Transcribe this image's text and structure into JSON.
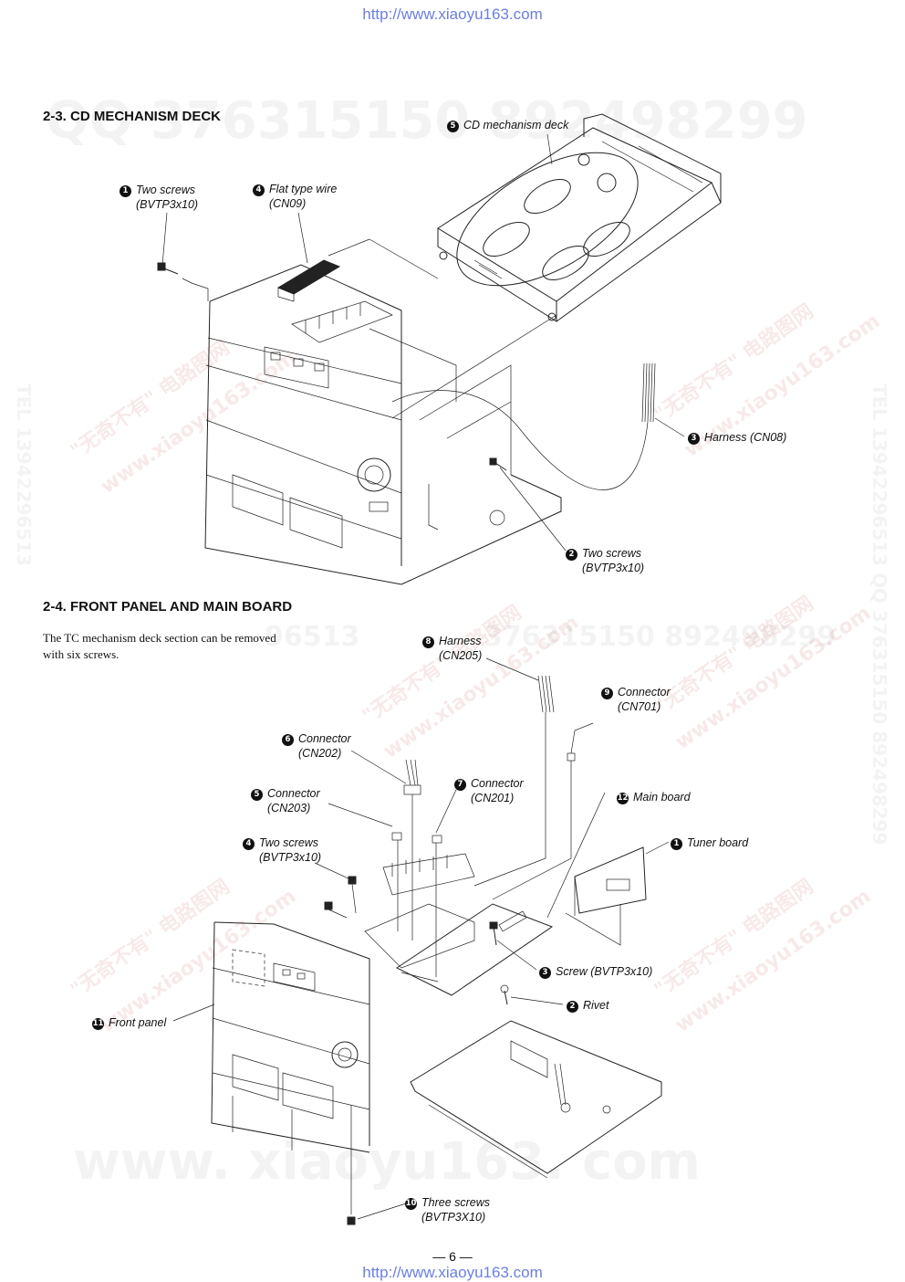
{
  "header_url": "http://www.xiaoyu163.com",
  "footer_url": "http://www.xiaoyu163.com",
  "page_number": "— 6 —",
  "section1": {
    "title": "2-3. CD MECHANISM DECK",
    "labels": {
      "l1": {
        "num": "1",
        "line1": "Two screws",
        "line2": "(BVTP3x10)"
      },
      "l2": {
        "num": "2",
        "line1": "Two screws",
        "line2": "(BVTP3x10)"
      },
      "l3": {
        "num": "3",
        "line1": "Harness (CN08)"
      },
      "l4": {
        "num": "4",
        "line1": "Flat type wire",
        "line2": "(CN09)"
      },
      "l5": {
        "num": "5",
        "line1": "CD mechanism deck"
      }
    }
  },
  "section2": {
    "title": "2-4. FRONT PANEL AND MAIN BOARD",
    "body": "The TC mechanism deck section can be removed with six screws.",
    "labels": {
      "l1": {
        "num": "1",
        "line1": "Tuner board"
      },
      "l2": {
        "num": "2",
        "line1": "Rivet"
      },
      "l3": {
        "num": "3",
        "line1": "Screw (BVTP3x10)"
      },
      "l4": {
        "num": "4",
        "line1": "Two screws",
        "line2": "(BVTP3x10)"
      },
      "l5": {
        "num": "5",
        "line1": "Connector",
        "line2": "(CN203)"
      },
      "l6": {
        "num": "6",
        "line1": "Connector",
        "line2": "(CN202)"
      },
      "l7": {
        "num": "7",
        "line1": "Connector",
        "line2": "(CN201)"
      },
      "l8": {
        "num": "8",
        "line1": "Harness",
        "line2": "(CN205)"
      },
      "l9": {
        "num": "9",
        "line1": "Connector",
        "line2": "(CN701)"
      },
      "l10": {
        "num": "10",
        "line1": "Three screws",
        "line2": "(BVTP3X10)"
      },
      "l11": {
        "num": "11",
        "line1": "Front panel"
      },
      "l12": {
        "num": "12",
        "line1": "Main board"
      }
    }
  },
  "watermarks": {
    "qq_top": "QQ 376315150 892498299",
    "qq_mid": "376315150 892498299",
    "side_right": "TEL 13942296513 QQ 376315150 892498299",
    "side_left": "TEL 13942296513",
    "cn1": "\"无奇不有\" 电路图网",
    "cn2": "www.xiaoyu163.com",
    "big_bottom": "www. xiaoyu163. com",
    "mid_number": "96513"
  }
}
